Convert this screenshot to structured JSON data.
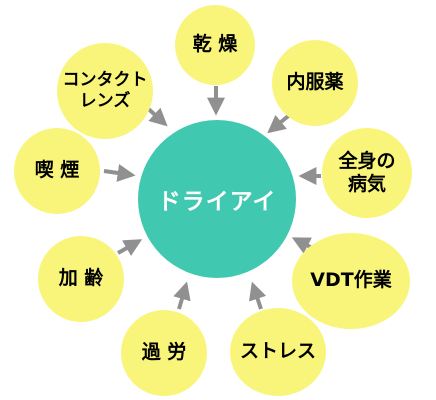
{
  "center": {
    "label": "ドライアイ"
  },
  "causes": [
    {
      "id": "kanso",
      "label": "乾 燥"
    },
    {
      "id": "contact",
      "label": "コンタクト\nレンズ"
    },
    {
      "id": "naifuku",
      "label": "内服薬"
    },
    {
      "id": "kitsuen",
      "label": "喫 煙"
    },
    {
      "id": "zenshin",
      "label": "全身の\n病気"
    },
    {
      "id": "karei",
      "label": "加 齢"
    },
    {
      "id": "vdt",
      "label": "VDT作業"
    },
    {
      "id": "karou",
      "label": "過 労"
    },
    {
      "id": "stress",
      "label": "ストレス"
    }
  ],
  "colors": {
    "center_fill": "#40c9b0",
    "node_fill": "#f9f57a",
    "arrow": "#909090",
    "center_text": "#ffffff",
    "node_text": "#000000"
  }
}
